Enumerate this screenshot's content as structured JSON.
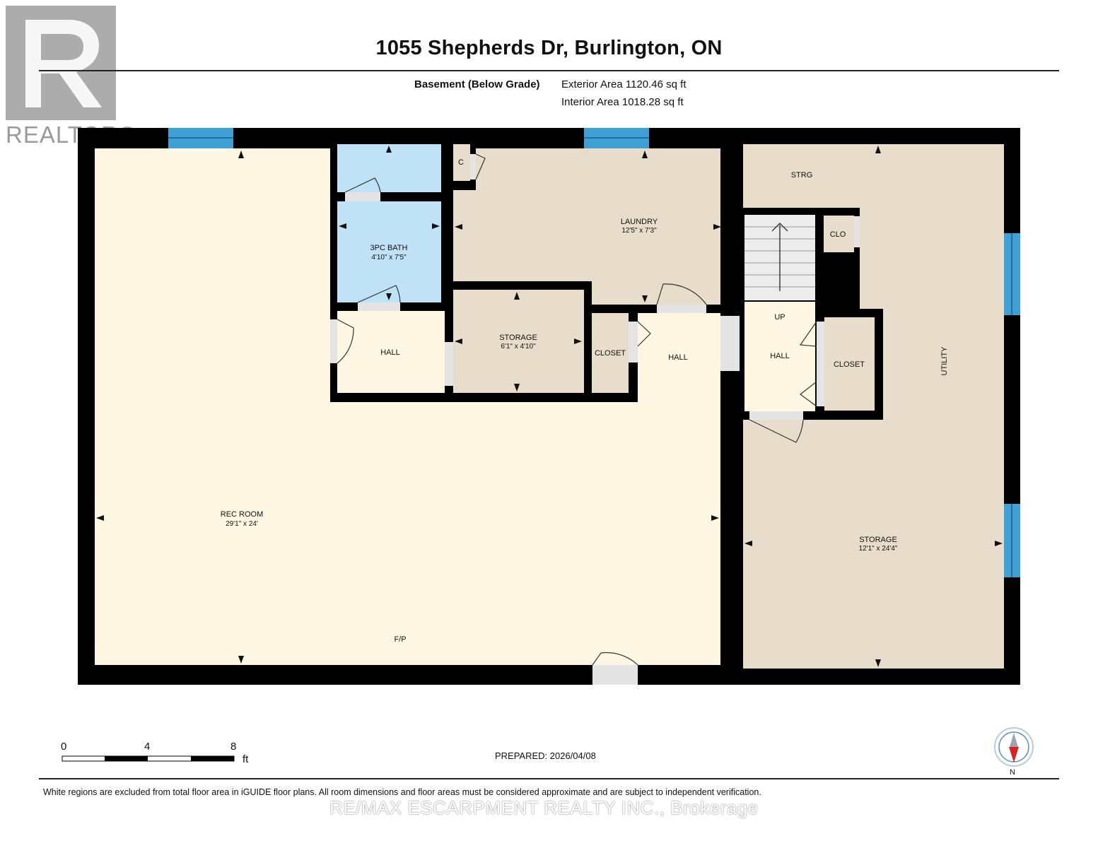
{
  "title": "1055 Shepherds Dr, Burlington, ON",
  "level": {
    "name": "Basement (Below Grade)",
    "exterior_area": "Exterior Area 1120.46 sq ft",
    "interior_area": "Interior Area 1018.28 sq ft"
  },
  "rooms": {
    "bath": {
      "name": "3PC BATH",
      "dims": "4'10\" x 7'5\""
    },
    "laundry": {
      "name": "LAUNDRY",
      "dims": "12'5\" x 7'3\""
    },
    "storage_small": {
      "name": "STORAGE",
      "dims": "6'1\" x 4'10\""
    },
    "hall_1": {
      "name": "HALL"
    },
    "hall_2": {
      "name": "HALL"
    },
    "hall_3": {
      "name": "HALL"
    },
    "closet_1": {
      "name": "CLOSET"
    },
    "closet_2": {
      "name": "CLOSET"
    },
    "closet_small": {
      "name": "C"
    },
    "clo": {
      "name": "CLO"
    },
    "stairs": {
      "name": "UP"
    },
    "strg": {
      "name": "STRG"
    },
    "utility": {
      "name": "UTILITY"
    },
    "rec_room": {
      "name": "REC ROOM",
      "dims": "29'1\" x 24'"
    },
    "storage_large": {
      "name": "STORAGE",
      "dims": "12'1\" x 24'4\""
    },
    "fireplace": {
      "name": "F/P"
    }
  },
  "scale": {
    "labels": [
      "0",
      "4",
      "8"
    ],
    "unit": "ft"
  },
  "north": "N",
  "prepared": "PREPARED: 2026/04/08",
  "disclaimer": "White regions are excluded from total floor area in iGUIDE floor plans. All room dimensions and floor areas must be considered approximate and are subject to independent verification.",
  "watermark": "RE/MAX ESCARPMENT REALTY INC., Brokerage",
  "logo_text": "REALTOR®",
  "colors": {
    "wall": "#000000",
    "rec_room": "#fdf6e3",
    "hall": "#fdf6e3",
    "bath": "#bfe2f7",
    "storage": "#e8dccb",
    "window": "#3fa0d6"
  }
}
